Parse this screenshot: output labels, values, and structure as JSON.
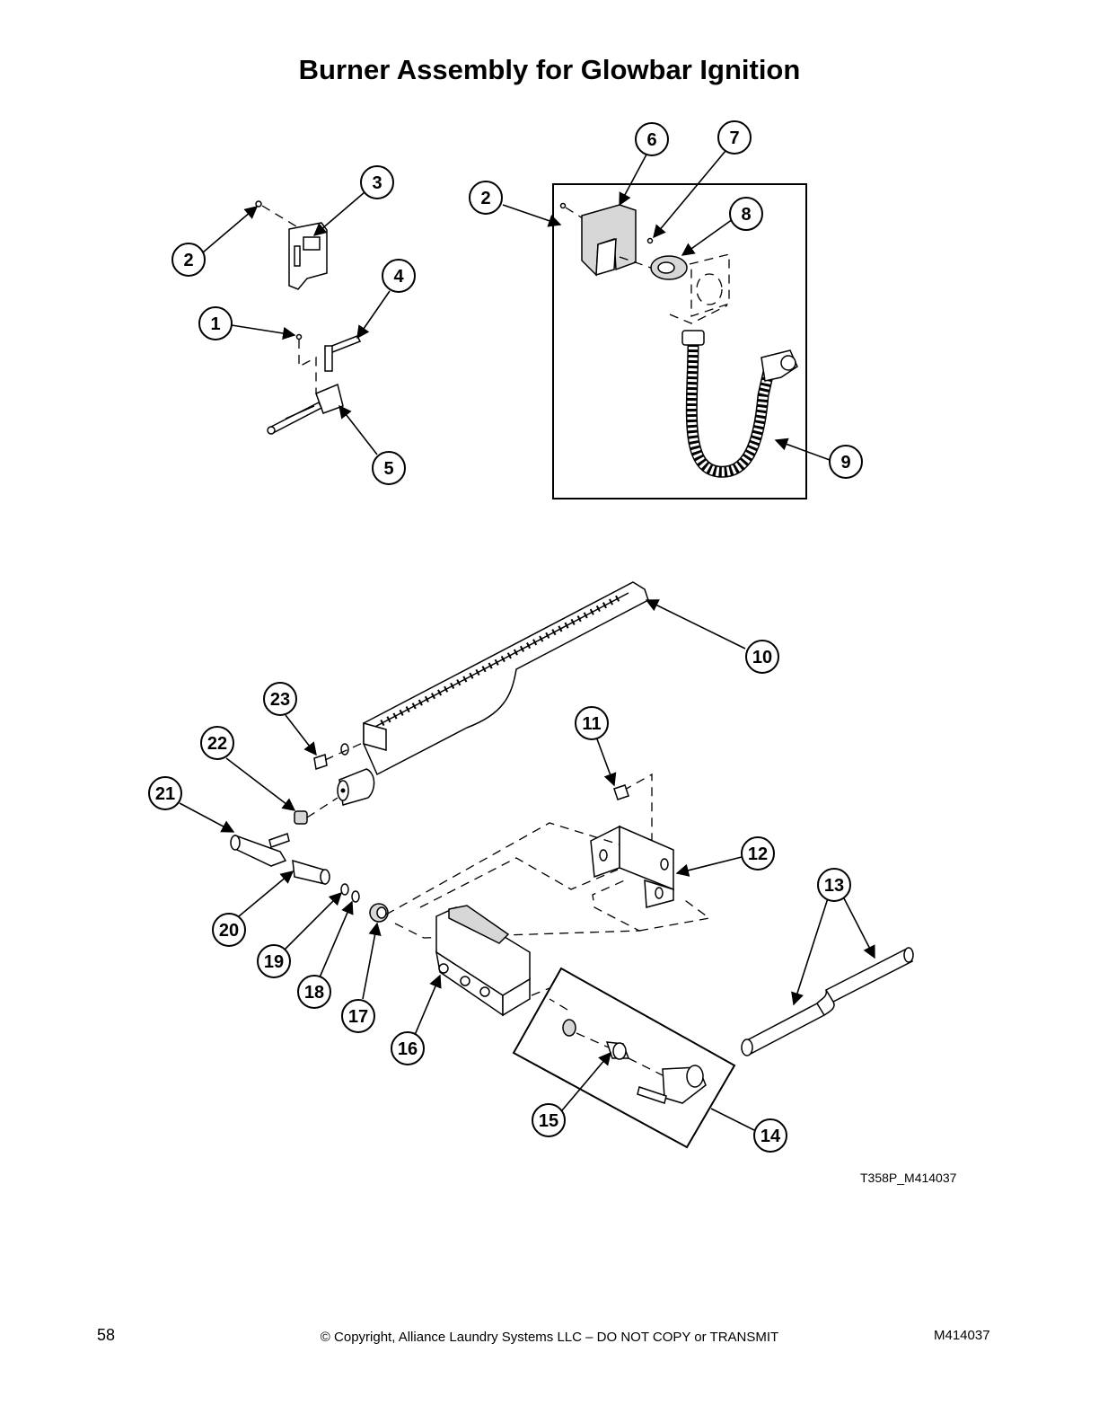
{
  "title": "Burner Assembly for Glowbar Ignition",
  "drawing_id": "T358P_M414037",
  "footer": {
    "page_number": "58",
    "copyright": "© Copyright, Alliance Laundry Systems LLC – DO NOT COPY or TRANSMIT",
    "doc_number": "M414037"
  },
  "callouts": {
    "c1": "1",
    "c2a": "2",
    "c2b": "2",
    "c3": "3",
    "c4": "4",
    "c5": "5",
    "c6": "6",
    "c7": "7",
    "c8": "8",
    "c9": "9",
    "c10": "10",
    "c11": "11",
    "c12": "12",
    "c13": "13",
    "c14": "14",
    "c15": "15",
    "c16": "16",
    "c17": "17",
    "c18": "18",
    "c19": "19",
    "c20": "20",
    "c21": "21",
    "c22": "22",
    "c23": "23"
  }
}
